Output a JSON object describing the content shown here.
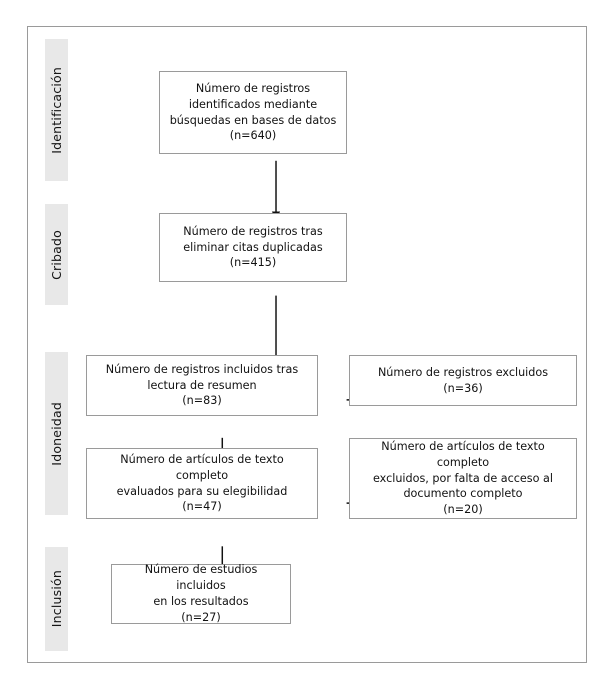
{
  "diagram": {
    "type": "prisma-flow-diagram",
    "language": "es",
    "frame_border_color": "#9a9a9a",
    "band_fill_color": "#e8e8e8",
    "phases": [
      {
        "id": "identificacion",
        "label": "Identificación"
      },
      {
        "id": "cribado",
        "label": "Cribado"
      },
      {
        "id": "idoneidad",
        "label": "Idoneidad"
      },
      {
        "id": "inclusion",
        "label": "Inclusión"
      }
    ],
    "boxes": {
      "identified": {
        "text": "Número de registros\nidentificados mediante\nbúsquedas en bases de datos\n(n=640)",
        "count": 640
      },
      "duplicates": {
        "text": "Número de registros tras\neliminar citas duplicadas\n(n=415)",
        "count": 415
      },
      "abstract_screened": {
        "text": "Número de registros incluidos tras\nlectura de resumen\n(n=83)",
        "count": 83
      },
      "excluded_records": {
        "text": "Número de registros excluidos\n(n=36)",
        "count": 36
      },
      "fulltext_assessed": {
        "text": "Número de artículos de texto completo\nevaluados para su elegibilidad\n(n=47)",
        "count": 47
      },
      "excluded_fulltext": {
        "text": "Número de artículos de texto completo\nexcluidos, por falta de acceso al\ndocumento completo\n(n=20)",
        "count": 20
      },
      "included_studies": {
        "text": "Número de estudios incluidos\nen los resultados\n(n=27)",
        "count": 27
      }
    },
    "flow_data": {
      "type": "flow",
      "nodes": [
        {
          "id": "identified",
          "phase": "identificacion",
          "n": 640
        },
        {
          "id": "duplicates",
          "phase": "cribado",
          "n": 415
        },
        {
          "id": "abstract_screened",
          "phase": "idoneidad",
          "n": 83
        },
        {
          "id": "excluded_records",
          "phase": "idoneidad",
          "n": 36
        },
        {
          "id": "fulltext_assessed",
          "phase": "idoneidad",
          "n": 47
        },
        {
          "id": "excluded_fulltext",
          "phase": "idoneidad",
          "n": 20
        },
        {
          "id": "included_studies",
          "phase": "inclusion",
          "n": 27
        }
      ],
      "edges": [
        {
          "from": "identified",
          "to": "duplicates",
          "direction": "down"
        },
        {
          "from": "duplicates",
          "to": "abstract_screened",
          "direction": "down"
        },
        {
          "from": "abstract_screened",
          "to": "excluded_records",
          "direction": "right"
        },
        {
          "from": "abstract_screened",
          "to": "fulltext_assessed",
          "direction": "down"
        },
        {
          "from": "fulltext_assessed",
          "to": "excluded_fulltext",
          "direction": "right"
        },
        {
          "from": "fulltext_assessed",
          "to": "included_studies",
          "direction": "down"
        }
      ]
    }
  }
}
